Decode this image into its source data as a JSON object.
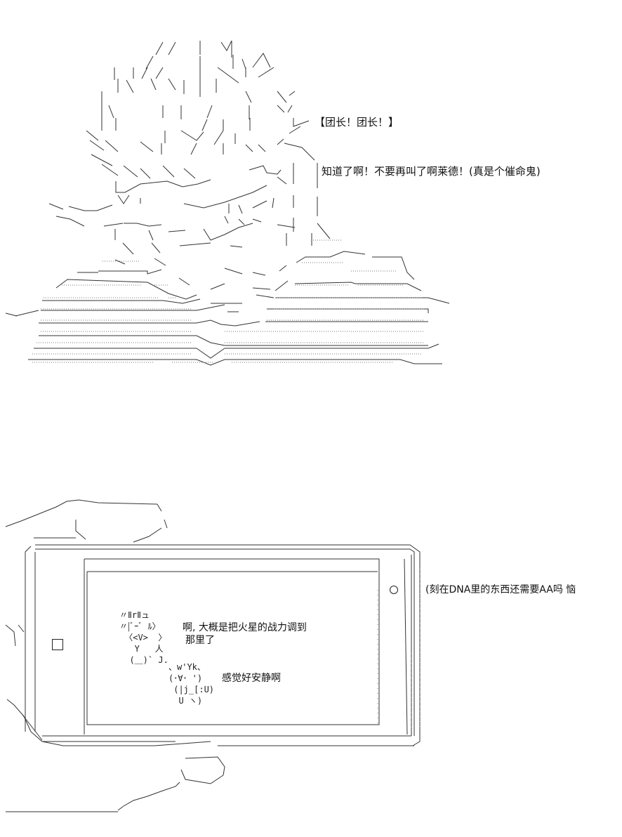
{
  "scene1": {
    "line1": "【团长！团长！】",
    "line2": "知道了啊！不要再叫了啊莱德！(真是个催命鬼)"
  },
  "scene2": {
    "side_note": "(刻在DNA里的东西还需要AA吗 恼",
    "line1": "啊, 大概是把火星的战力调到",
    "line2": "那里了",
    "line3": "感觉好安静啊",
    "char1": "〃ⅡrⅡュ\n〃|ﾞｰﾞ ﾙ〉\n 〈<V>  〉\n   Y   人\n  (＿)` J.",
    "char2": "、w'Yk、\n(･∀･ ')\n (|j_[:U)\n  U ヽ)"
  }
}
